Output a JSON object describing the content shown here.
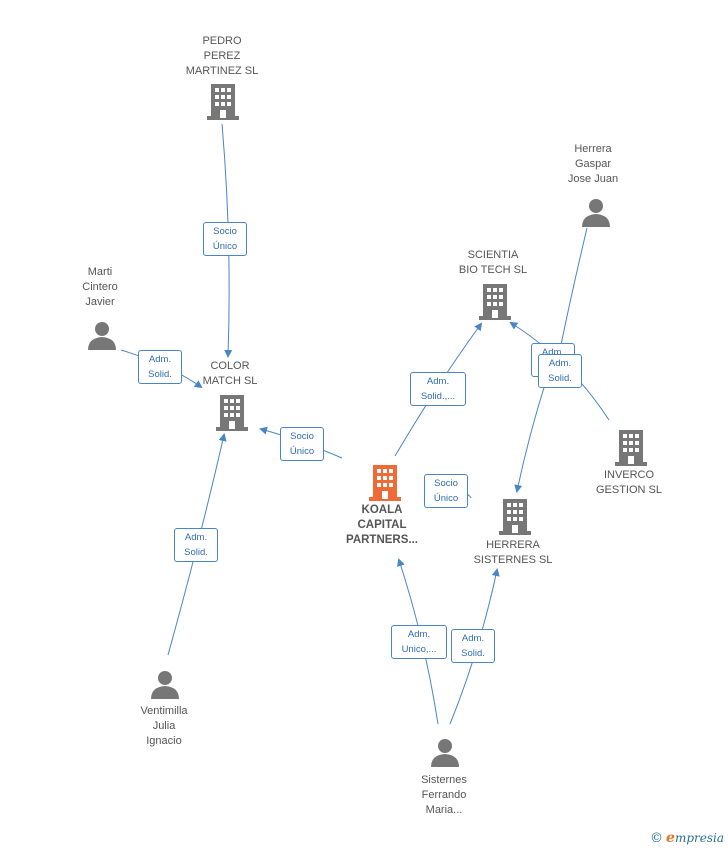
{
  "nodes": {
    "pedro": {
      "label": "PEDRO\nPEREZ\nMARTINEZ SL",
      "type": "company"
    },
    "color": {
      "label": "COLOR\nMATCH  SL",
      "type": "company"
    },
    "marti": {
      "label": "Marti\nCintero\nJavier",
      "type": "person"
    },
    "scientia": {
      "label": "SCIENTIA\nBIO TECH  SL",
      "type": "company"
    },
    "herrera_gaspar": {
      "label": "Herrera\nGaspar\nJose Juan",
      "type": "person"
    },
    "inverco": {
      "label": "INVERCO\nGESTION SL",
      "type": "company"
    },
    "koala": {
      "label": "KOALA\nCAPITAL\nPARTNERS...",
      "type": "company-main"
    },
    "herrera_sisternes": {
      "label": "HERRERA\nSISTERNES  SL",
      "type": "company"
    },
    "ventimilla": {
      "label": "Ventimilla\nJulia\nIgnacio",
      "type": "person"
    },
    "sisternes": {
      "label": "Sisternes\nFerrando\nMaria...",
      "type": "person"
    }
  },
  "relations": {
    "r1": "Socio\nÚnico",
    "r2": "Adm.\nSolid.",
    "r3": "Socio\nÚnico",
    "r4": "Adm.\nSolid.",
    "r5": "Adm.\nSolid.,...",
    "r6": "Adm.\nSolid.",
    "r7": "Adm.\nSolid.",
    "r8": "Socio\nÚnico",
    "r9": "Adm.\nUnico,...",
    "r10": "Adm.\nSolid."
  },
  "colors": {
    "edge": "#4a86c5",
    "icon": "#777777",
    "main_icon": "#f06a35"
  },
  "brand": {
    "copyright": "©",
    "first_letter": "e",
    "rest": "mpresia"
  }
}
